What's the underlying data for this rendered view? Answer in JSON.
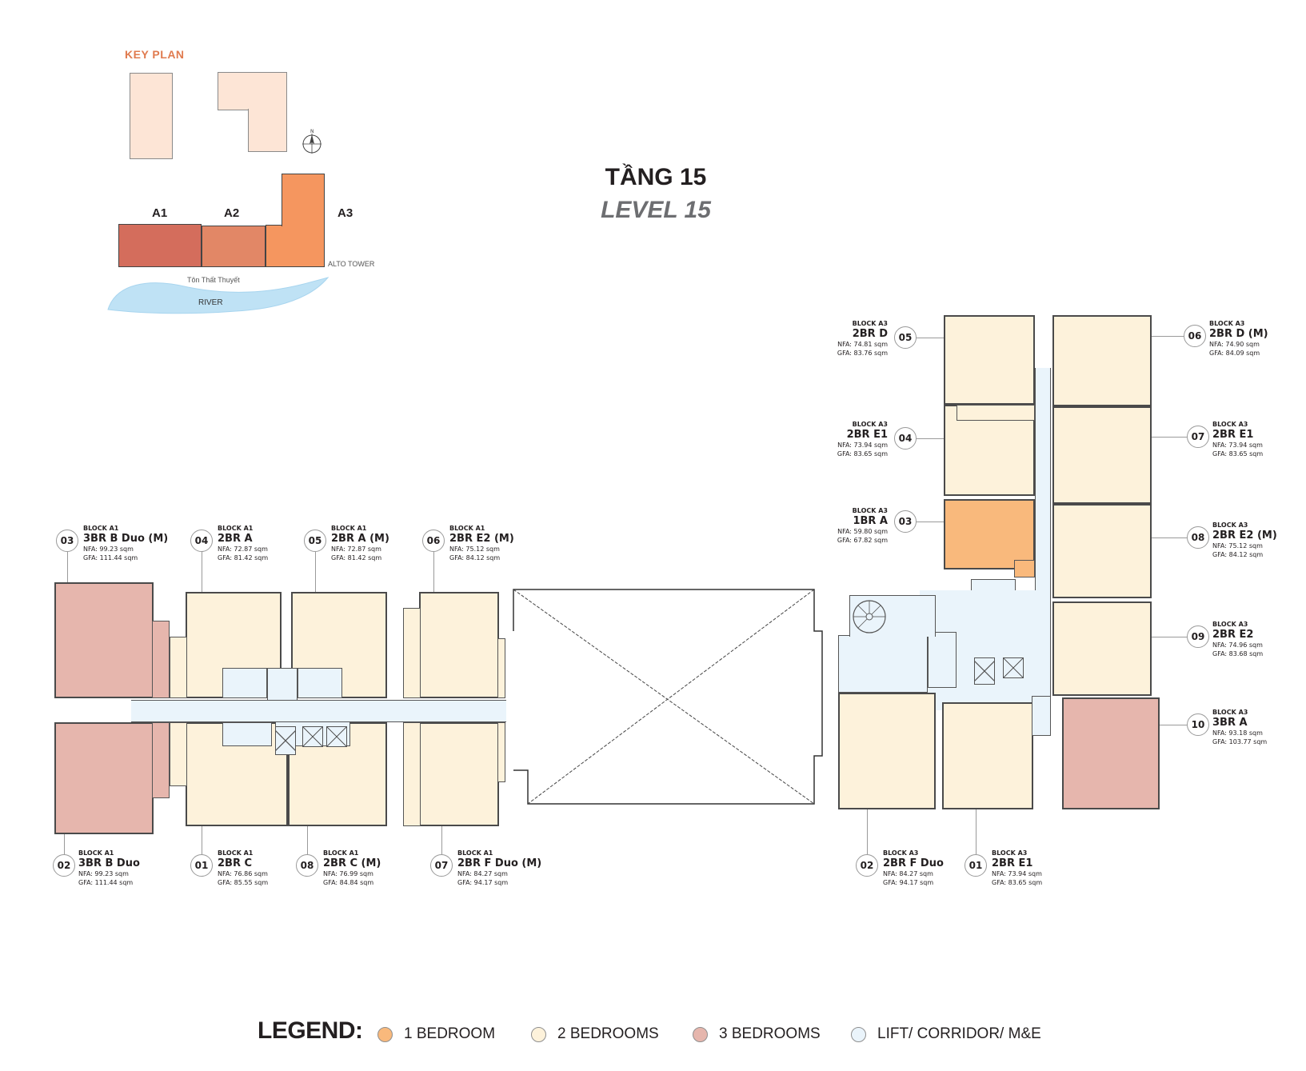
{
  "key_plan": {
    "title": "KEY PLAN",
    "blocks": [
      {
        "label": "A1",
        "color": "#d46d5c"
      },
      {
        "label": "A2",
        "color": "#e28766"
      },
      {
        "label": "A3",
        "color": "#f5965f"
      }
    ],
    "tower_label": "ALTO TOWER",
    "street_label": "Tôn Thất Thuyết",
    "river_label": "RIVER",
    "compass_label": "N"
  },
  "title": {
    "vietnamese": "TẦNG 15",
    "english": "LEVEL 15"
  },
  "units": {
    "a1_top": [
      {
        "num": "03",
        "block": "BLOCK A1",
        "type": "3BR B Duo (M)",
        "nfa": "NFA: 99.23 sqm",
        "gfa": "GFA: 111.44 sqm",
        "category": "3br"
      },
      {
        "num": "04",
        "block": "BLOCK A1",
        "type": "2BR A",
        "nfa": "NFA: 72.87 sqm",
        "gfa": "GFA: 81.42 sqm",
        "category": "2br"
      },
      {
        "num": "05",
        "block": "BLOCK A1",
        "type": "2BR A (M)",
        "nfa": "NFA:   72.87 sqm",
        "gfa": "GFA:   81.42 sqm",
        "category": "2br"
      },
      {
        "num": "06",
        "block": "BLOCK A1",
        "type": "2BR E2 (M)",
        "nfa": "NFA: 75.12 sqm",
        "gfa": "GFA: 84.12 sqm",
        "category": "2br"
      }
    ],
    "a1_bottom": [
      {
        "num": "02",
        "block": "BLOCK A1",
        "type": "3BR B Duo",
        "nfa": "NFA: 99.23 sqm",
        "gfa": "GFA: 111.44 sqm",
        "category": "3br"
      },
      {
        "num": "01",
        "block": "BLOCK A1",
        "type": "2BR C",
        "nfa": "NFA: 76.86 sqm",
        "gfa": "GFA: 85.55 sqm",
        "category": "2br"
      },
      {
        "num": "08",
        "block": "BLOCK A1",
        "type": "2BR C (M)",
        "nfa": "NFA: 76.99 sqm",
        "gfa": "GFA: 84.84 sqm",
        "category": "2br"
      },
      {
        "num": "07",
        "block": "BLOCK A1",
        "type": "2BR F Duo (M)",
        "nfa": "NFA: 84.27 sqm",
        "gfa": "GFA: 94.17 sqm",
        "category": "2br"
      }
    ],
    "a3_left": [
      {
        "num": "05",
        "block": "BLOCK A3",
        "type": "2BR D",
        "nfa": "NFA:   74.81 sqm",
        "gfa": "GFA:   83.76 sqm",
        "category": "2br"
      },
      {
        "num": "04",
        "block": "BLOCK A3",
        "type": "2BR E1",
        "nfa": "NFA:   73.94 sqm",
        "gfa": "GFA:   83.65 sqm",
        "category": "2br"
      },
      {
        "num": "03",
        "block": "BLOCK A3",
        "type": "1BR A",
        "nfa": "NFA:   59.80 sqm",
        "gfa": "GFA:   67.82 sqm",
        "category": "1br"
      }
    ],
    "a3_right": [
      {
        "num": "06",
        "block": "BLOCK A3",
        "type": "2BR D (M)",
        "nfa": "NFA:   74.90 sqm",
        "gfa": "GFA:   84.09 sqm",
        "category": "2br"
      },
      {
        "num": "07",
        "block": "BLOCK A3",
        "type": "2BR E1",
        "nfa": "NFA:   73.94 sqm",
        "gfa": "GFA:   83.65 sqm",
        "category": "2br"
      },
      {
        "num": "08",
        "block": "BLOCK A3",
        "type": "2BR E2 (M)",
        "nfa": "NFA:   75.12 sqm",
        "gfa": "GFA:   84.12 sqm",
        "category": "2br"
      },
      {
        "num": "09",
        "block": "BLOCK A3",
        "type": "2BR E2",
        "nfa": "NFA:   74.96 sqm",
        "gfa": "GFA:   83.68 sqm",
        "category": "2br"
      },
      {
        "num": "10",
        "block": "BLOCK A3",
        "type": "3BR A",
        "nfa": "NFA:   93.18 sqm",
        "gfa": "GFA:   103.77 sqm",
        "category": "3br"
      }
    ],
    "a3_bottom": [
      {
        "num": "02",
        "block": "BLOCK A3",
        "type": "2BR F Duo",
        "nfa": "NFA: 84.27 sqm",
        "gfa": "GFA: 94.17 sqm",
        "category": "2br"
      },
      {
        "num": "01",
        "block": "BLOCK A3",
        "type": "2BR E1",
        "nfa": "NFA:   73.94 sqm",
        "gfa": "GFA:   83.65 sqm",
        "category": "2br"
      }
    ]
  },
  "legend": {
    "title": "LEGEND:",
    "items": [
      {
        "label": "1 BEDROOM",
        "color": "#f9b97c"
      },
      {
        "label": "2 BEDROOMS",
        "color": "#fdf2db"
      },
      {
        "label": "3 BEDROOMS",
        "color": "#e6b6ad"
      },
      {
        "label": "LIFT/ CORRIDOR/ M&E",
        "color": "#eaf4fb"
      }
    ]
  }
}
